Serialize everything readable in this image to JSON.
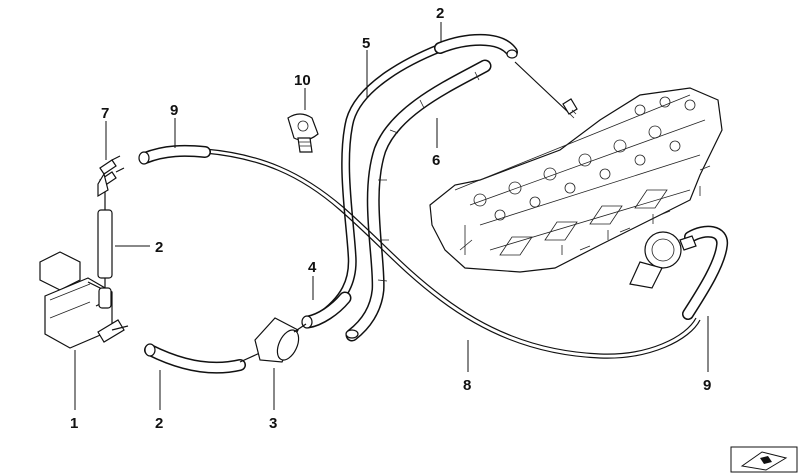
{
  "diagram": {
    "callouts": [
      {
        "id": "c1",
        "text": "1"
      },
      {
        "id": "c2a",
        "text": "2"
      },
      {
        "id": "c2b",
        "text": "2"
      },
      {
        "id": "c2c",
        "text": "2"
      },
      {
        "id": "c3",
        "text": "3"
      },
      {
        "id": "c4",
        "text": "4"
      },
      {
        "id": "c5",
        "text": "5"
      },
      {
        "id": "c6",
        "text": "6"
      },
      {
        "id": "c7",
        "text": "7"
      },
      {
        "id": "c8",
        "text": "8"
      },
      {
        "id": "c9a",
        "text": "9"
      },
      {
        "id": "c9b",
        "text": "9"
      },
      {
        "id": "c10",
        "text": "10"
      }
    ],
    "corner_icon": "page-corner-icon"
  }
}
